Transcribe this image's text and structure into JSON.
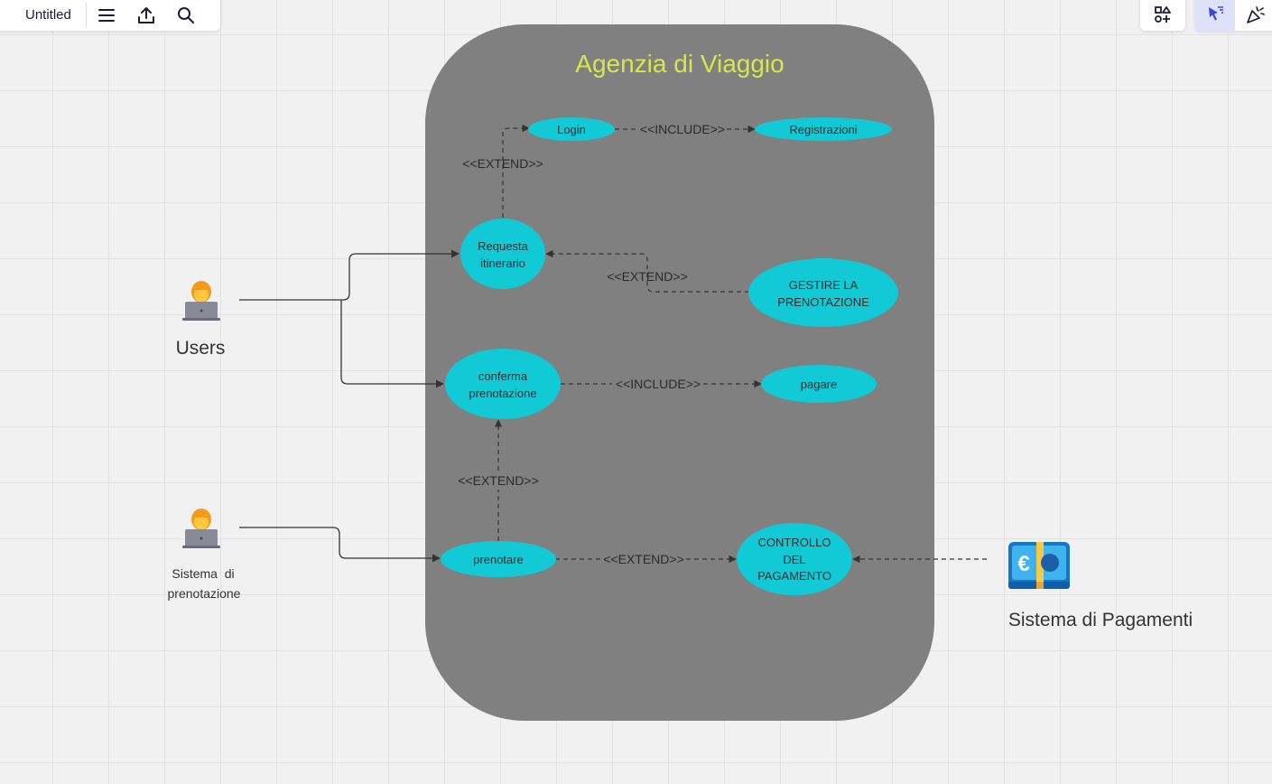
{
  "toolbar": {
    "doc_title": "Untitled"
  },
  "diagram": {
    "system_title": "Agenzia di Viaggio",
    "colors": {
      "system_boundary": "#808080",
      "title": "#d4e84a",
      "use_case_fill": "#12c9d6",
      "use_case_text": "#2d2d2d",
      "edge": "#333333"
    },
    "use_cases": {
      "login": "Login",
      "registrazioni": "Registrazioni",
      "richiesta_line1": "Requesta",
      "richiesta_line2": "itinerario",
      "gestire_line1": "GESTIRE LA",
      "gestire_line2": "PRENOTAZIONE",
      "conferma_line1": "conferma",
      "conferma_line2": "prenotazione",
      "pagare": "pagare",
      "prenotare": "prenotare",
      "controllo_line1": "CONTROLLO",
      "controllo_line2": "DEL",
      "controllo_line3": "PAGAMENTO"
    },
    "relations": {
      "login_include": "<<INCLUDE>>",
      "login_extend": "<<EXTEND>>",
      "gestire_extend": "<<EXTEND>>",
      "pagare_include": "<<INCLUDE>>",
      "prenotare_extend_up": "<<EXTEND>>",
      "controllo_extend": "<<EXTEND>>"
    },
    "actors": {
      "users": {
        "label": "Users",
        "icon": "technologist-icon"
      },
      "sistema_prenotazione": {
        "label_line1": "Sistema  di",
        "label_line2": "prenotazione",
        "icon": "technologist-icon"
      },
      "sistema_pagamenti": {
        "label": "Sistema di Pagamenti",
        "icon": "euro-banknote-icon"
      }
    }
  }
}
